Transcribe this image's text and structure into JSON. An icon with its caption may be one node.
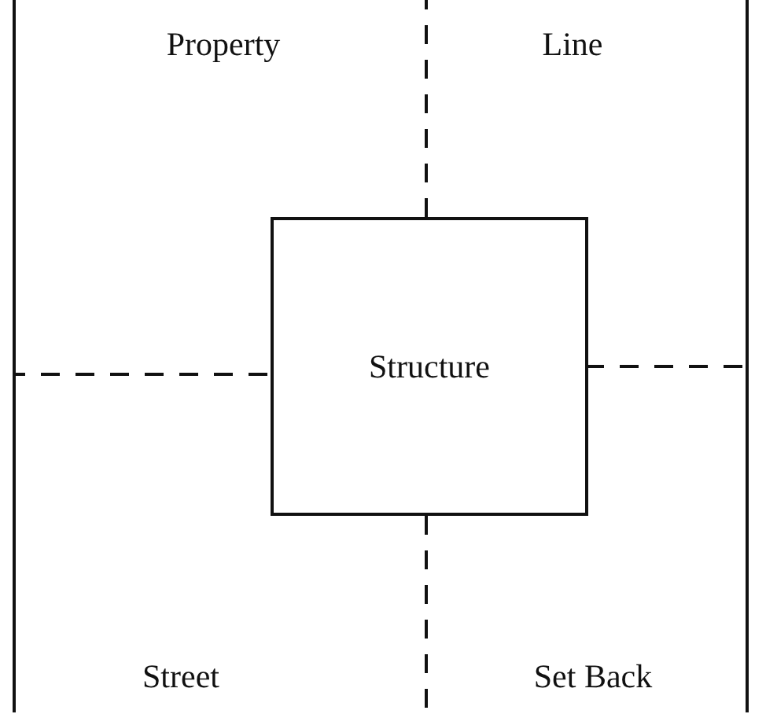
{
  "diagram": {
    "nodes": [
      {
        "text": [
          "Property",
          "Line",
          "Street",
          "Set Back"
        ]
      },
      {
        "text": [
          "Structure"
        ],
        "in": 0
      }
    ],
    "edges": [
      {
        "from": 1,
        "to": 0,
        "arrow": "none",
        "style": "dashed"
      },
      {
        "from": 1,
        "to": 0,
        "arrow": "none",
        "style": "dashed"
      },
      {
        "from": 1,
        "to": 0,
        "arrow": "none",
        "style": "dashed"
      },
      {
        "from": 1,
        "to": 0,
        "arrow": "none",
        "style": "dashed"
      }
    ]
  }
}
